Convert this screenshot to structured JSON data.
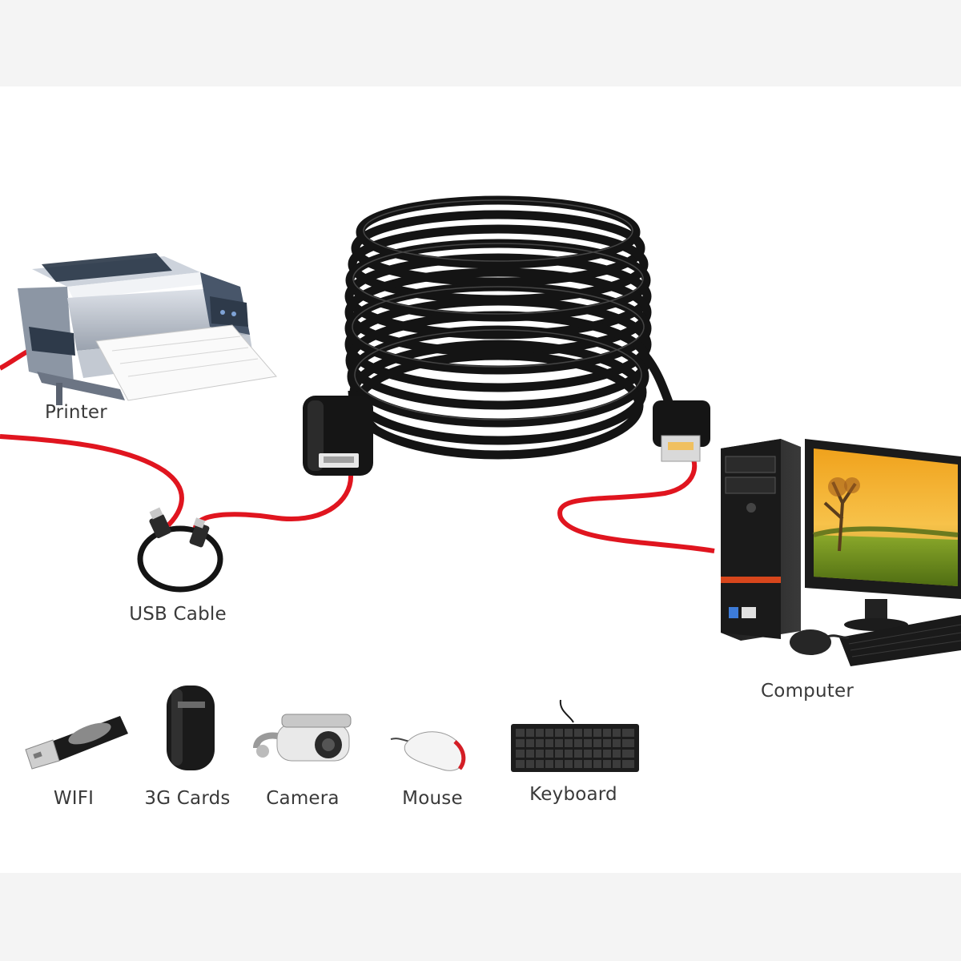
{
  "labels": {
    "printer": "Printer",
    "usb_cable": "USB Cable",
    "computer": "Computer",
    "wifi": "WIFI",
    "cards_3g": "3G Cards",
    "camera": "Camera",
    "mouse": "Mouse",
    "keyboard": "Keyboard"
  },
  "colors": {
    "cable_red": "#e0151f",
    "cable_black": "#141414",
    "background": "#ffffff",
    "border_band": "#f4f4f4"
  }
}
